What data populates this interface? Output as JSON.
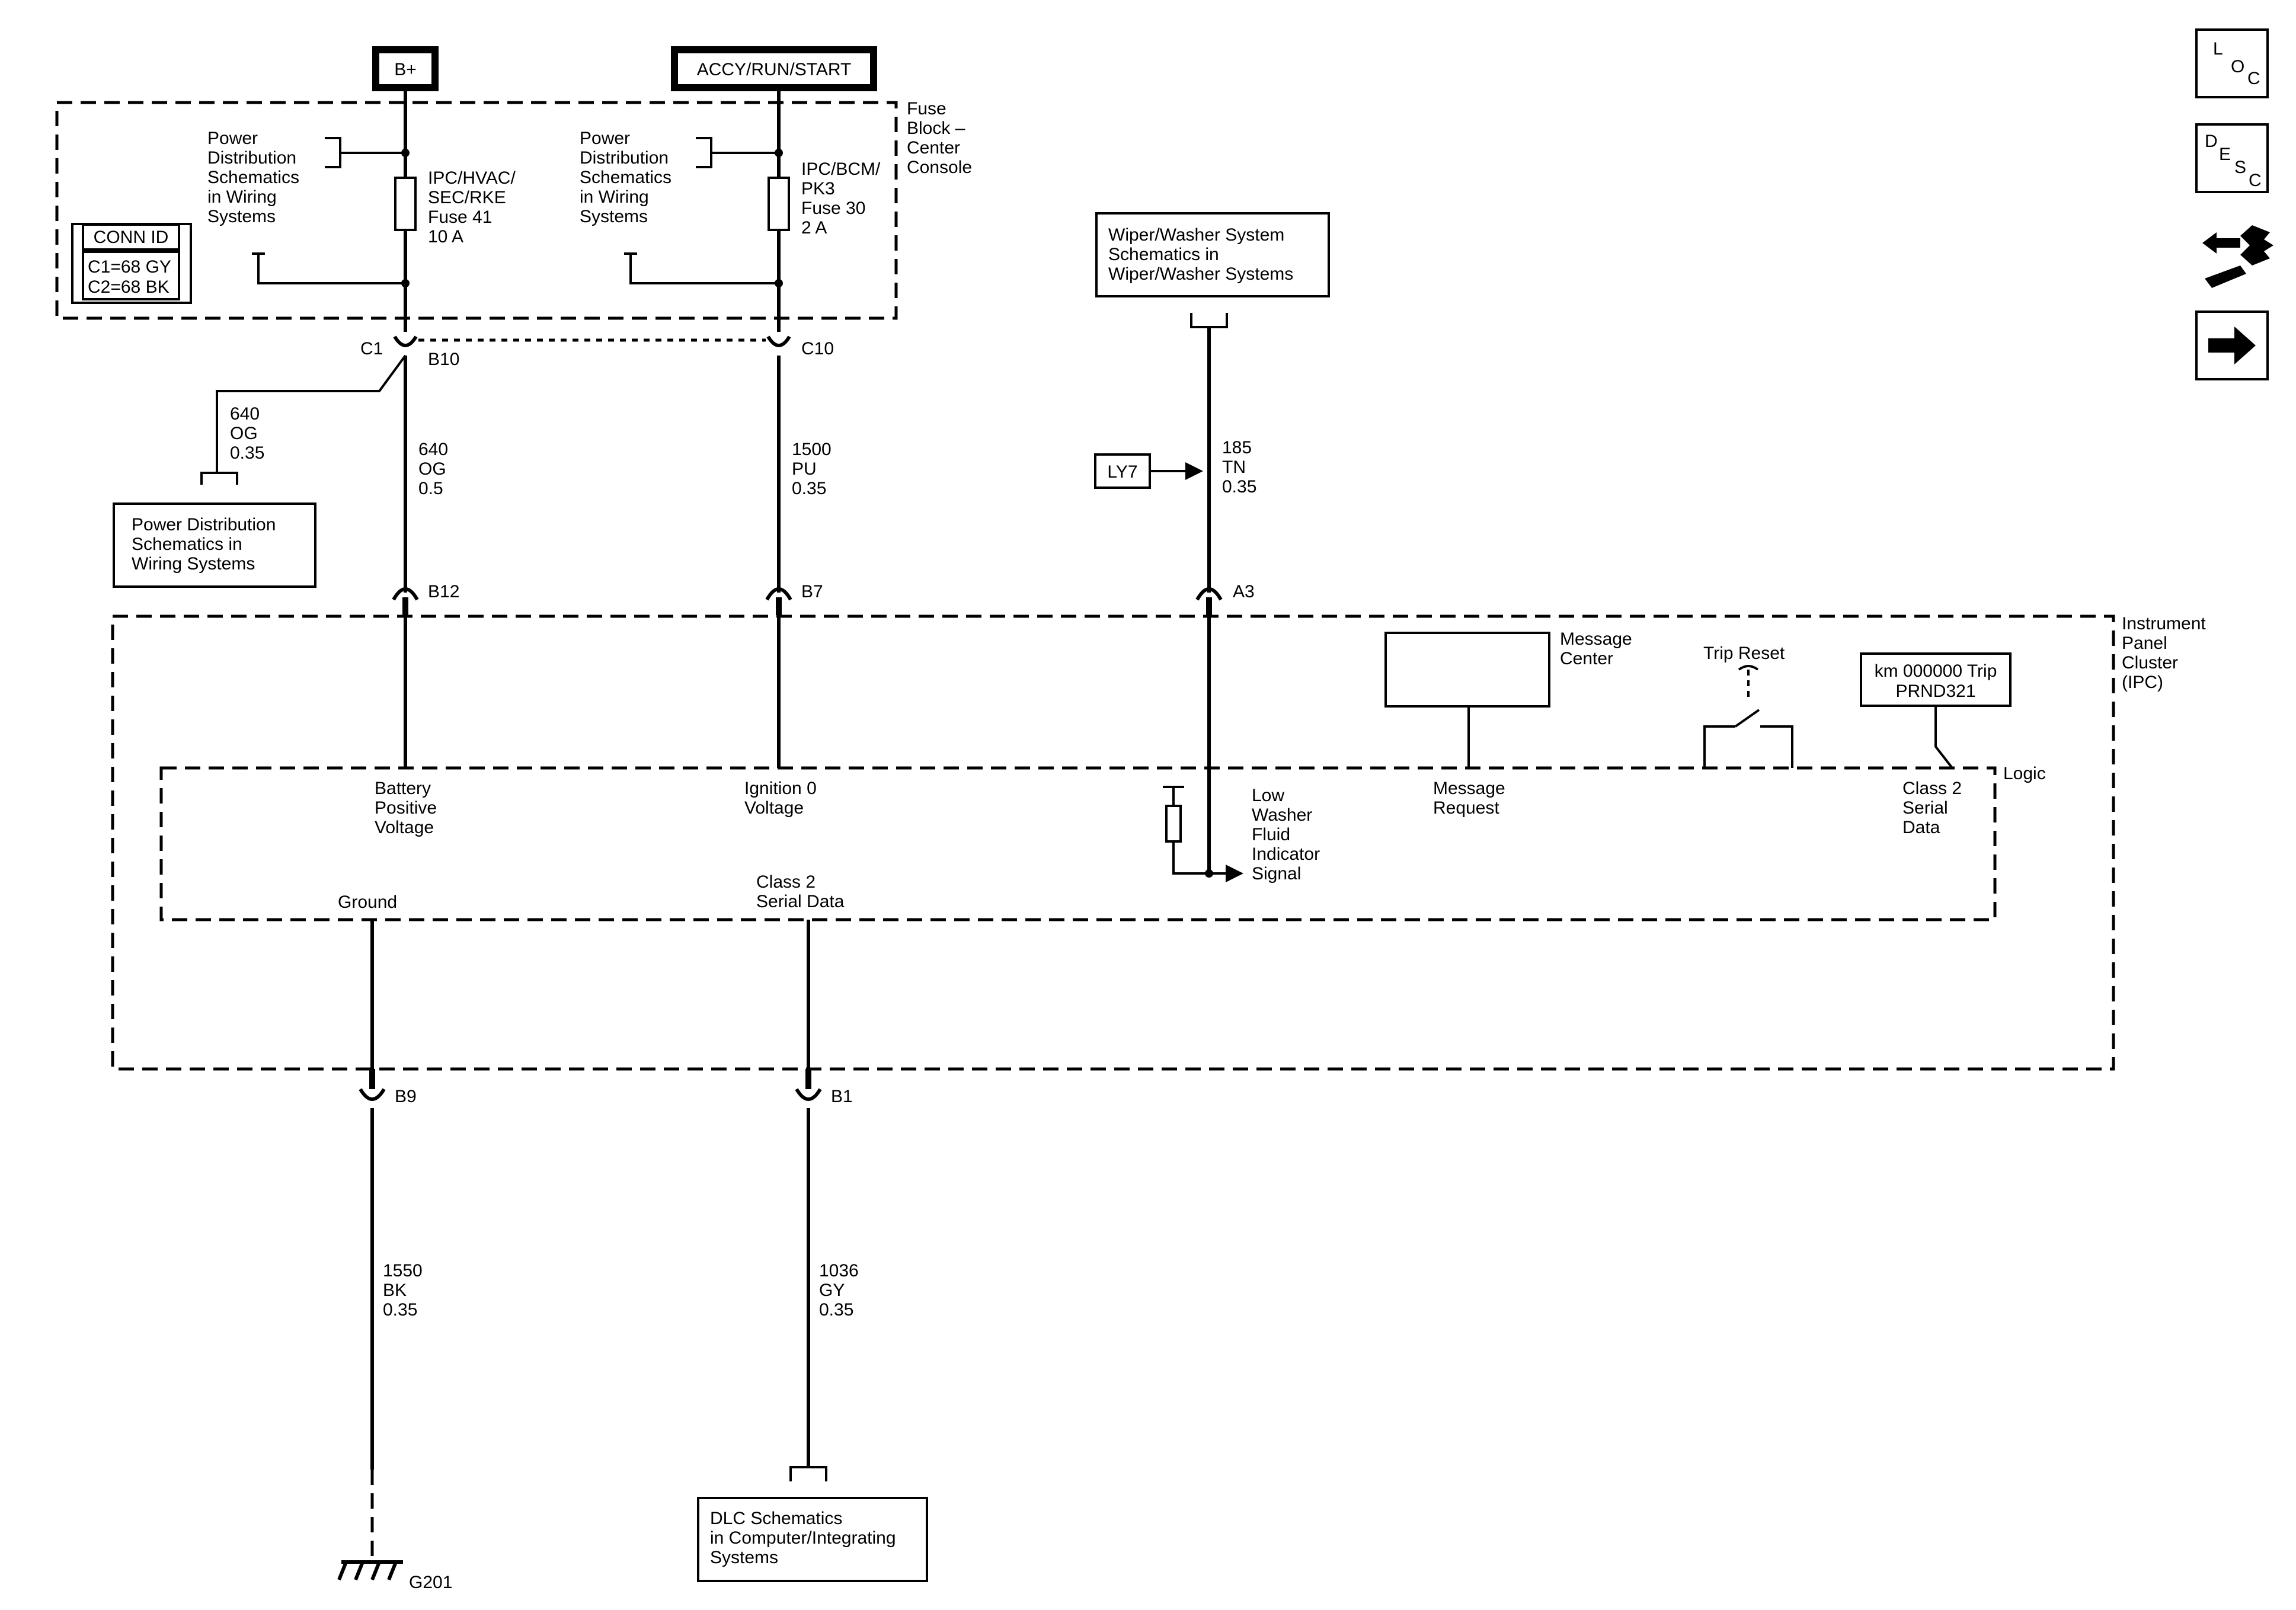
{
  "sources": {
    "b_plus": "B+",
    "accy": "ACCY/RUN/START"
  },
  "fuse_block": {
    "label": [
      "Fuse",
      "Block –",
      "Center",
      "Console"
    ],
    "conn_id_title": "CONN ID",
    "conn_id_lines": [
      "C1=68 GY",
      "C2=68 BK"
    ],
    "pd_ref_left": [
      "Power",
      "Distribution",
      "Schematics",
      "in Wiring",
      "Systems"
    ],
    "pd_ref_right": [
      "Power",
      "Distribution",
      "Schematics",
      "in Wiring",
      "Systems"
    ],
    "fuse41": [
      "IPC/HVAC/",
      "SEC/RKE",
      "Fuse 41",
      "10 A"
    ],
    "fuse30": [
      "IPC/BCM/",
      "PK3",
      "Fuse 30",
      "2 A"
    ]
  },
  "connectors": {
    "c1": "C1",
    "b10": "B10",
    "c10": "C10",
    "b12": "B12",
    "b7": "B7",
    "a3": "A3",
    "b9": "B9",
    "b1": "B1"
  },
  "wires": {
    "w640_branch": [
      "640",
      "OG",
      "0.35"
    ],
    "w640_main": [
      "640",
      "OG",
      "0.5"
    ],
    "w1500": [
      "1500",
      "PU",
      "0.35"
    ],
    "w185": [
      "185",
      "TN",
      "0.35"
    ],
    "w1550": [
      "1550",
      "BK",
      "0.35"
    ],
    "w1036": [
      "1036",
      "GY",
      "0.35"
    ]
  },
  "refs": {
    "power_dist": [
      "Power Distribution",
      "Schematics in",
      "Wiring Systems"
    ],
    "wiper": [
      "Wiper/Washer System",
      "Schematics in",
      "Wiper/Washer Systems"
    ],
    "ly7": "LY7",
    "dlc": [
      "DLC Schematics",
      "in Computer/Integrating",
      "Systems"
    ],
    "ground_id": "G201"
  },
  "ipc": {
    "label": [
      "Instrument",
      "Panel",
      "Cluster",
      "(IPC)"
    ],
    "logic": "Logic",
    "message_center": [
      "Message",
      "Center"
    ],
    "trip_reset": "Trip Reset",
    "display": [
      "km 000000 Trip",
      "PRND321"
    ],
    "battery": [
      "Battery",
      "Positive",
      "Voltage"
    ],
    "ignition": [
      "Ignition 0",
      "Voltage"
    ],
    "washer": [
      "Low",
      "Washer",
      "Fluid",
      "Indicator",
      "Signal"
    ],
    "msg_request": [
      "Message",
      "Request"
    ],
    "class2_right": [
      "Class 2",
      "Serial",
      "Data"
    ],
    "ground": "Ground",
    "class2_center": [
      "Class 2",
      "Serial Data"
    ]
  },
  "nav_icons": {
    "loc": [
      "L",
      "O",
      "C"
    ],
    "desc": [
      "D",
      "E",
      "S",
      "C"
    ],
    "connector_icon": "connector-wrench",
    "next_icon": "right-arrow"
  }
}
